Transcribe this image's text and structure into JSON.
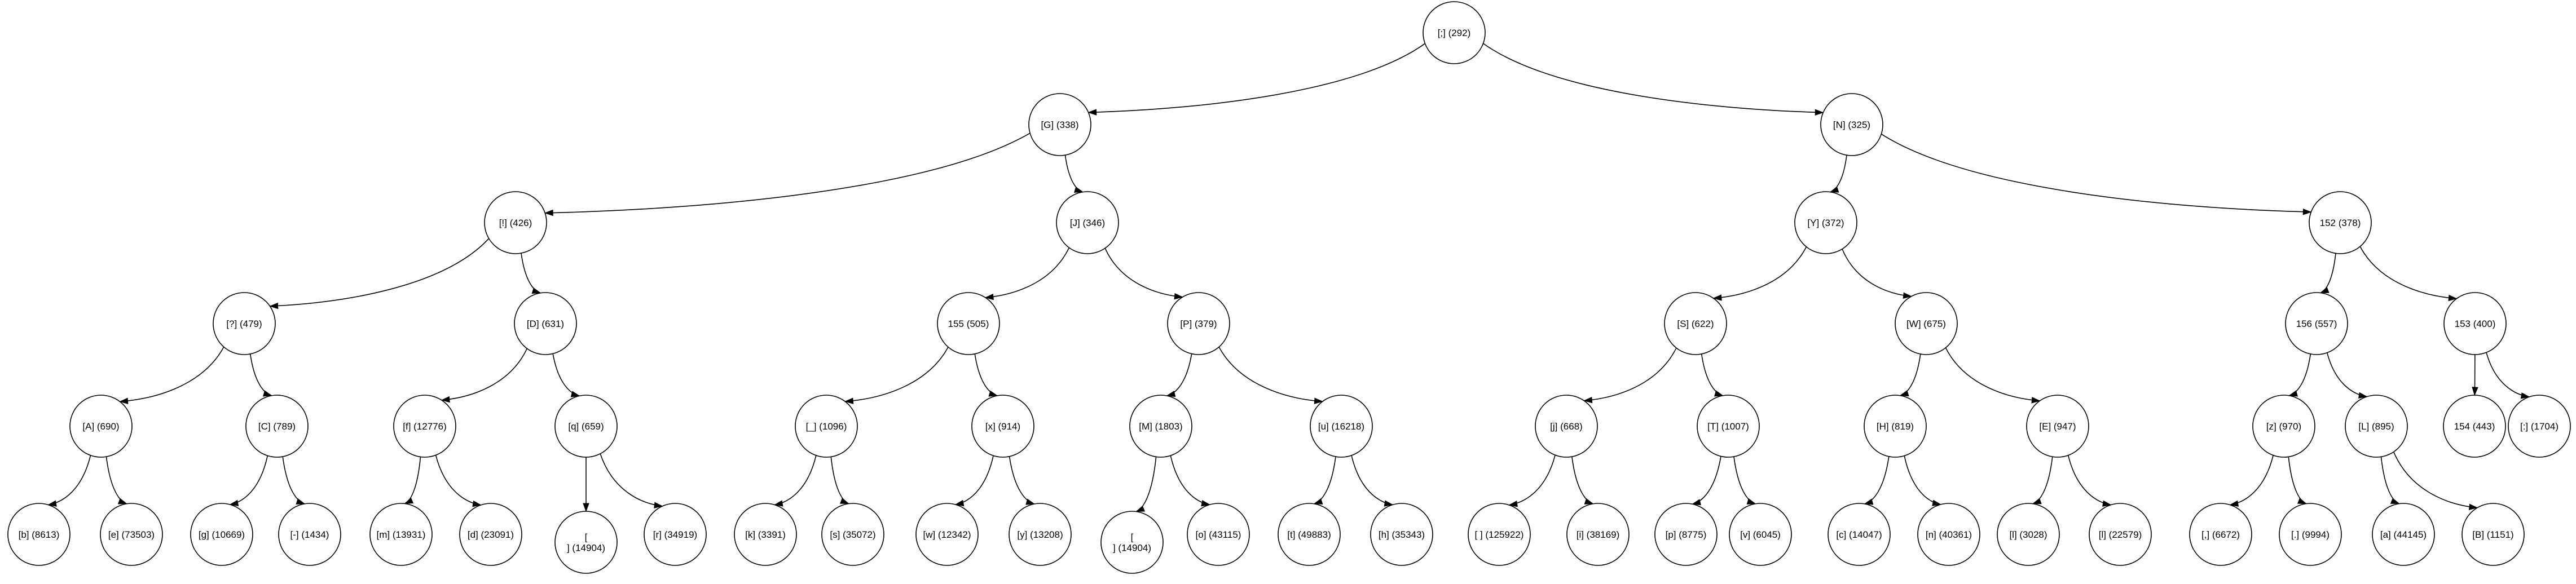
{
  "diagram": {
    "type": "binary-tree",
    "nodes": [
      {
        "id": "n1",
        "label": "[;] (292)",
        "parent": null
      },
      {
        "id": "n2",
        "label": "[G] (338)",
        "parent": "n1"
      },
      {
        "id": "n3",
        "label": "[N] (325)",
        "parent": "n1"
      },
      {
        "id": "n4",
        "label": "[!] (426)",
        "parent": "n2"
      },
      {
        "id": "n5",
        "label": "[J] (346)",
        "parent": "n2"
      },
      {
        "id": "n6",
        "label": "[Y] (372)",
        "parent": "n3"
      },
      {
        "id": "n7",
        "label": "152 (378)",
        "parent": "n3"
      },
      {
        "id": "n8",
        "label": "[?] (479)",
        "parent": "n4"
      },
      {
        "id": "n9",
        "label": "[D] (631)",
        "parent": "n4"
      },
      {
        "id": "n10",
        "label": "155 (505)",
        "parent": "n5"
      },
      {
        "id": "n11",
        "label": "[P] (379)",
        "parent": "n5"
      },
      {
        "id": "n12",
        "label": "[S] (622)",
        "parent": "n6"
      },
      {
        "id": "n13",
        "label": "[W] (675)",
        "parent": "n6"
      },
      {
        "id": "n14",
        "label": "156 (557)",
        "parent": "n7"
      },
      {
        "id": "n15",
        "label": "153 (400)",
        "parent": "n7"
      },
      {
        "id": "n16",
        "label": "[A] (690)",
        "parent": "n8"
      },
      {
        "id": "n17",
        "label": "[C] (789)",
        "parent": "n8"
      },
      {
        "id": "n18",
        "label": "[f] (12776)",
        "parent": "n9"
      },
      {
        "id": "n19",
        "label": "[q] (659)",
        "parent": "n9"
      },
      {
        "id": "n20",
        "label": "[_] (1096)",
        "parent": "n10"
      },
      {
        "id": "n21",
        "label": "[x] (914)",
        "parent": "n10"
      },
      {
        "id": "n22",
        "label": "[M] (1803)",
        "parent": "n11"
      },
      {
        "id": "n23",
        "label": "[u] (16218)",
        "parent": "n11"
      },
      {
        "id": "n24",
        "label": "[j] (668)",
        "parent": "n12"
      },
      {
        "id": "n25",
        "label": "[T] (1007)",
        "parent": "n12"
      },
      {
        "id": "n26",
        "label": "[H] (819)",
        "parent": "n13"
      },
      {
        "id": "n27",
        "label": "[E] (947)",
        "parent": "n13"
      },
      {
        "id": "n28",
        "label": "[z] (970)",
        "parent": "n14"
      },
      {
        "id": "n29",
        "label": "[L] (895)",
        "parent": "n14"
      },
      {
        "id": "n30",
        "label": "154 (443)",
        "parent": "n15"
      },
      {
        "id": "n31",
        "label": "[:] (1704)",
        "parent": "n15"
      },
      {
        "id": "n32",
        "label": "[b] (8613)",
        "parent": "n16"
      },
      {
        "id": "n33",
        "label": "[e] (73503)",
        "parent": "n16"
      },
      {
        "id": "n34",
        "label": "[g] (10669)",
        "parent": "n17"
      },
      {
        "id": "n35",
        "label": "[-] (1434)",
        "parent": "n17"
      },
      {
        "id": "n36",
        "label": "[m] (13931)",
        "parent": "n18"
      },
      {
        "id": "n37",
        "label": "[d] (23091)",
        "parent": "n18"
      },
      {
        "id": "n38",
        "label": "[\n] (14904)",
        "parent": "n19"
      },
      {
        "id": "n39",
        "label": "[r] (34919)",
        "parent": "n19"
      },
      {
        "id": "n40",
        "label": "[k] (3391)",
        "parent": "n20"
      },
      {
        "id": "n41",
        "label": "[s] (35072)",
        "parent": "n20"
      },
      {
        "id": "n42",
        "label": "[w] (12342)",
        "parent": "n21"
      },
      {
        "id": "n43",
        "label": "[y] (13208)",
        "parent": "n21"
      },
      {
        "id": "n44",
        "label": "[\n] (14904)",
        "parent": "n22"
      },
      {
        "id": "n45",
        "label": "[o] (43115)",
        "parent": "n22"
      },
      {
        "id": "n46",
        "label": "[t] (49883)",
        "parent": "n23"
      },
      {
        "id": "n47",
        "label": "[h] (35343)",
        "parent": "n23"
      },
      {
        "id": "n48",
        "label": "[ ] (125922)",
        "parent": "n24"
      },
      {
        "id": "n49",
        "label": "[i] (38169)",
        "parent": "n24"
      },
      {
        "id": "n50",
        "label": "[p] (8775)",
        "parent": "n25"
      },
      {
        "id": "n51",
        "label": "[v] (6045)",
        "parent": "n25"
      },
      {
        "id": "n52",
        "label": "[c] (14047)",
        "parent": "n26"
      },
      {
        "id": "n53",
        "label": "[n] (40361)",
        "parent": "n26"
      },
      {
        "id": "n54",
        "label": "[l] (3028)",
        "parent": "n27"
      },
      {
        "id": "n55",
        "label": "[l] (22579)",
        "parent": "n27"
      },
      {
        "id": "n56",
        "label": "[,] (6672)",
        "parent": "n28"
      },
      {
        "id": "n57",
        "label": "[.] (9994)",
        "parent": "n28"
      },
      {
        "id": "n58",
        "label": "[a] (44145)",
        "parent": "n29"
      },
      {
        "id": "n59",
        "label": "[B] (1151)",
        "parent": "n29"
      }
    ]
  }
}
